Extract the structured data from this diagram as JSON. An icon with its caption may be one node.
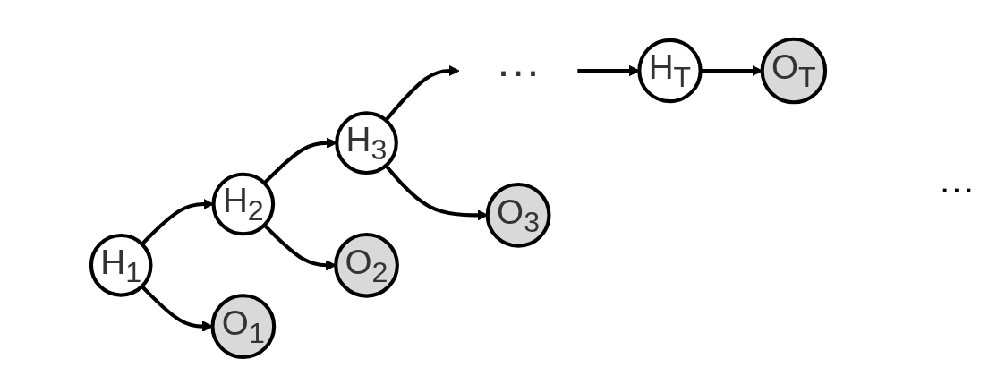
{
  "diagram": {
    "nodes": [
      {
        "text": [
          "H$_{1}$"
        ]
      },
      {
        "text": [
          "H$_{2}$"
        ]
      },
      {
        "text": [
          "H$_{3}$"
        ]
      },
      {
        "text": [
          "···"
        ]
      },
      {
        "text": [
          "H$_{T}$"
        ]
      },
      {
        "text": [
          "O$_{1}$"
        ]
      },
      {
        "text": [
          "O$_{2}$"
        ]
      },
      {
        "text": [
          "O$_{3}$"
        ]
      },
      {
        "text": [
          "O$_{T}$"
        ]
      }
    ],
    "edges": [
      {
        "from": 0,
        "to": 1,
        "arrow": "to"
      },
      {
        "from": 1,
        "to": 2,
        "arrow": "to"
      },
      {
        "from": 2,
        "to": 3,
        "arrow": "to"
      },
      {
        "from": 3,
        "to": 4,
        "arrow": "to"
      },
      {
        "from": 0,
        "to": 5,
        "arrow": "to"
      },
      {
        "from": 1,
        "to": 6,
        "arrow": "to"
      },
      {
        "from": 2,
        "to": 7,
        "arrow": "to"
      },
      {
        "from": 4,
        "to": 8,
        "arrow": "to"
      }
    ],
    "labels": [
      "···"
    ]
  }
}
